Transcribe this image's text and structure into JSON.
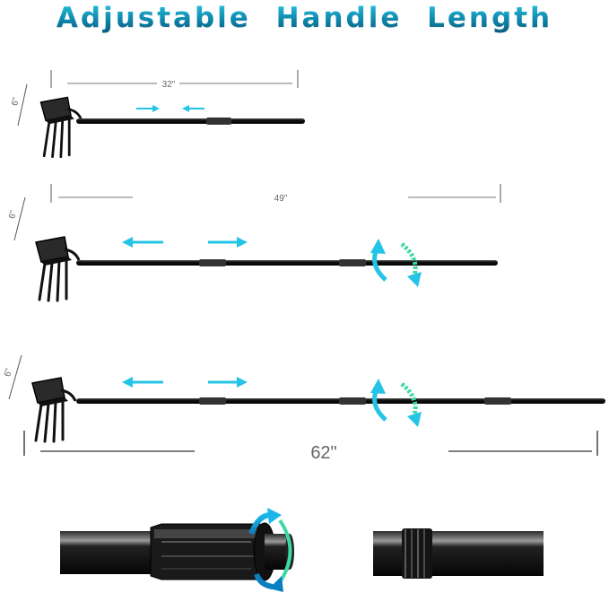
{
  "title": "Adjustable Handle Length",
  "tools": [
    {
      "length_label": "32\"",
      "head_label": "6\""
    },
    {
      "length_label": "49\"",
      "head_label": "6\""
    },
    {
      "length_label": "62\"",
      "head_label": "6\""
    }
  ],
  "colors": {
    "title": "#1ba3c6",
    "arrow": "#25c3e6",
    "arrow_alt": "#3ed7a8",
    "tool": "#1a1a1a"
  },
  "icons": [
    "double-arrow-icon",
    "rotate-arrow-icon",
    "lock-ring-icon"
  ]
}
